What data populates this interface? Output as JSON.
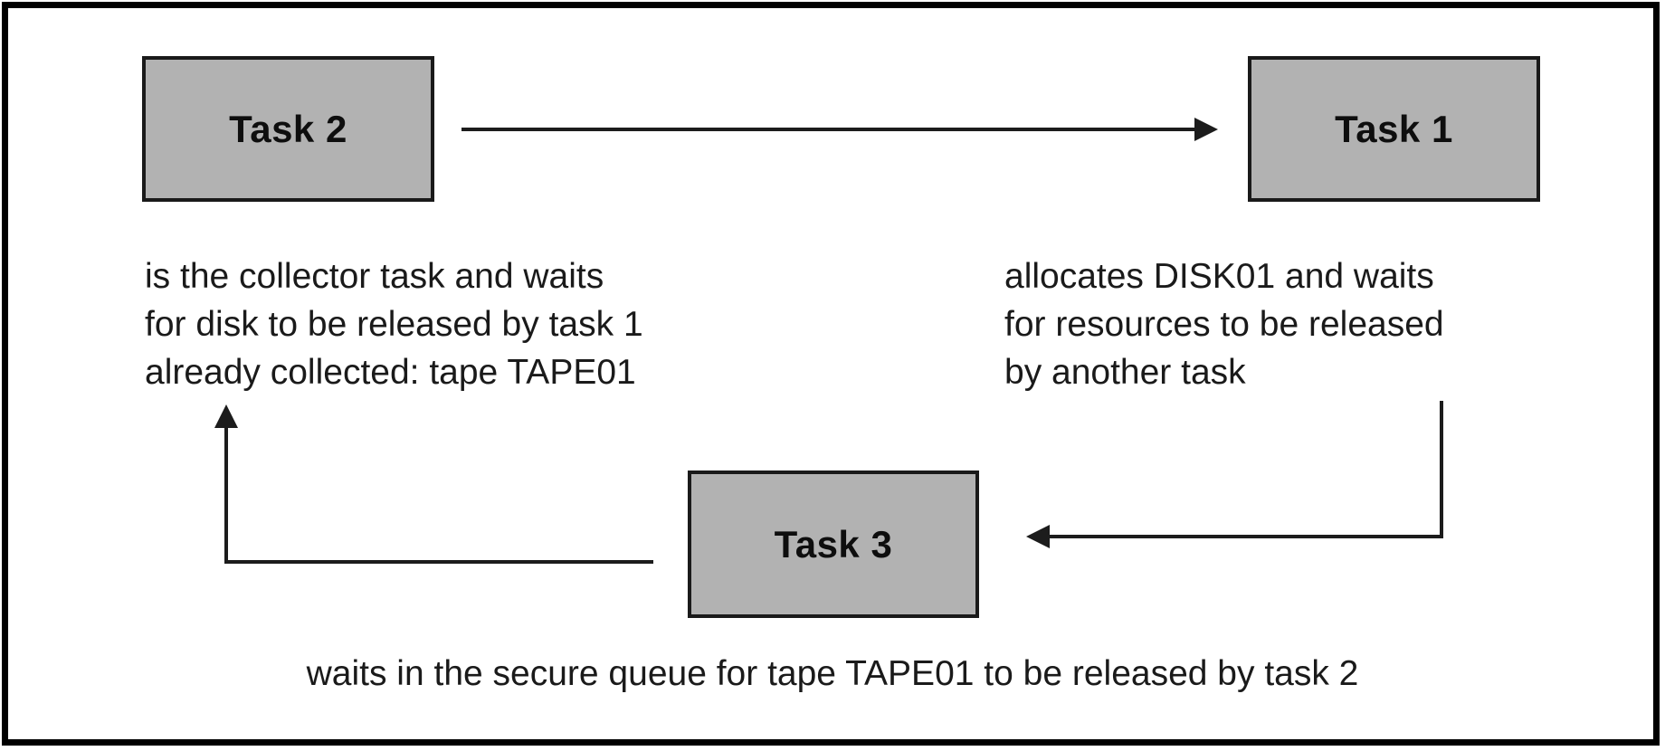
{
  "boxes": {
    "task2": {
      "label": "Task 2"
    },
    "task1": {
      "label": "Task 1"
    },
    "task3": {
      "label": "Task 3"
    }
  },
  "notes": {
    "task2": {
      "lines": [
        "is the collector task and waits",
        "for disk to be released by task 1",
        "already collected: tape TAPE01"
      ]
    },
    "task1": {
      "lines": [
        "allocates DISK01 and waits",
        "for resources to be released",
        "by another task"
      ]
    },
    "task3": {
      "line": "waits in the secure queue for tape TAPE01 to be released by task 2"
    }
  },
  "arrows": [
    {
      "name": "task2-to-task1",
      "direction": "right"
    },
    {
      "name": "task1-to-task3",
      "direction": "down-then-left"
    },
    {
      "name": "task3-to-task2",
      "direction": "left-then-up"
    }
  ],
  "colors": {
    "background": "#ffffff",
    "frame_border": "#000000",
    "box_fill": "#b2b2b2",
    "box_border": "#1a1a1a",
    "connector": "#1c1c1c",
    "text": "#1a1a1a"
  }
}
